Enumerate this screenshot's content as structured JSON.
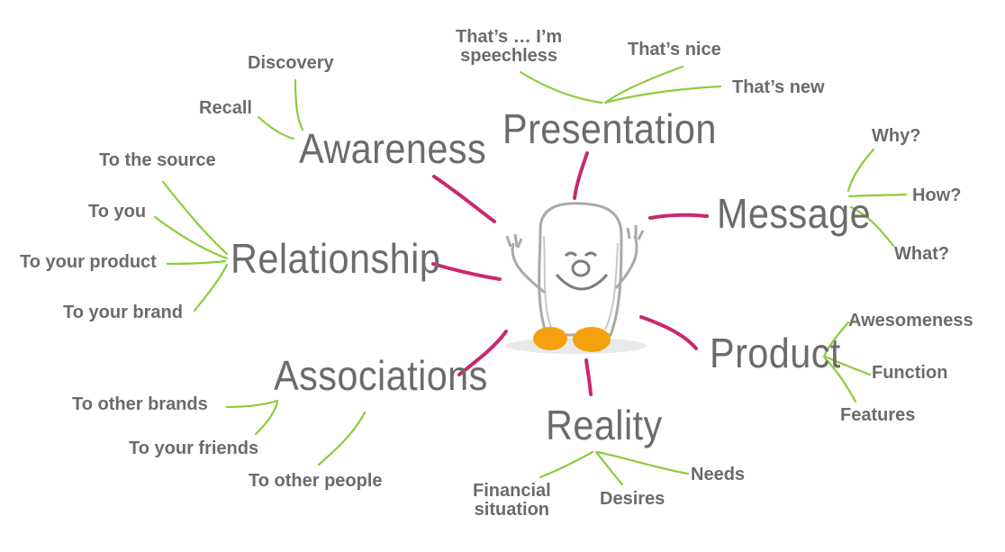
{
  "diagram": {
    "colors": {
      "branch_line": "#c8286e",
      "leaf_line": "#8ccc3c",
      "text": "#6b6b6b",
      "feet": "#f5a00f"
    },
    "center_icon": "smiling-character-icon",
    "branches": {
      "awareness": {
        "label": "Awareness",
        "leaves": [
          "Discovery",
          "Recall"
        ]
      },
      "presentation": {
        "label": "Presentation",
        "leaves": [
          "That’s … I’m speechless",
          "That’s nice",
          "That’s new"
        ]
      },
      "message": {
        "label": "Message",
        "leaves": [
          "Why?",
          "How?",
          "What?"
        ]
      },
      "relationship": {
        "label": "Relationship",
        "leaves": [
          "To the source",
          "To you",
          "To your product",
          "To your brand"
        ]
      },
      "associations": {
        "label": "Associations",
        "leaves": [
          "To other brands",
          "To your friends",
          "To other people"
        ]
      },
      "product": {
        "label": "Product",
        "leaves": [
          "Awesomeness",
          "Function",
          "Features"
        ]
      },
      "reality": {
        "label": "Reality",
        "leaves": [
          "Financial situation",
          "Desires",
          "Needs"
        ]
      }
    },
    "two_line": {
      "speechless": [
        "That’s … I’m",
        "speechless"
      ],
      "financial": [
        "Financial",
        "situation"
      ]
    }
  }
}
